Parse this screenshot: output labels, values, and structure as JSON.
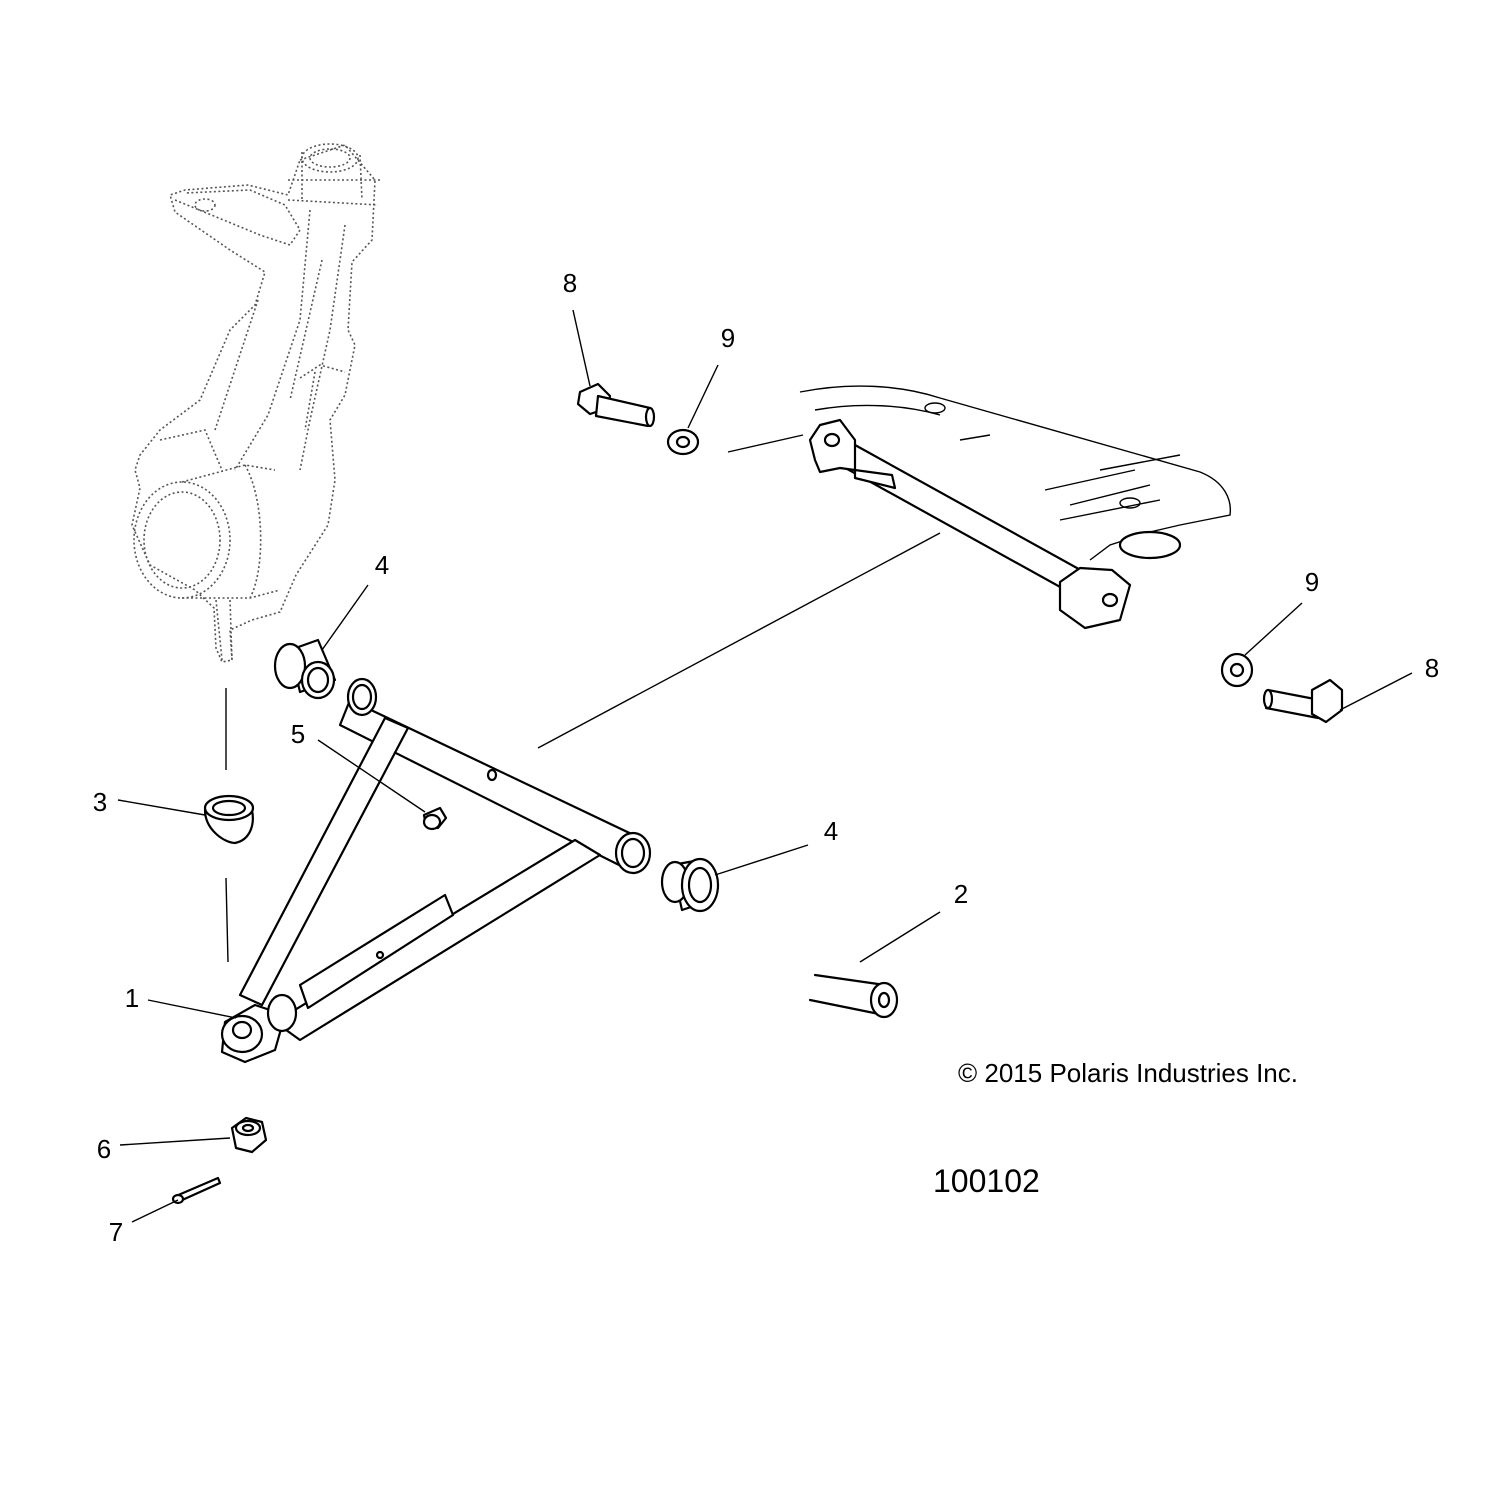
{
  "callouts": {
    "c1": "1",
    "c2": "2",
    "c3": "3",
    "c4a": "4",
    "c4b": "4",
    "c5": "5",
    "c6": "6",
    "c7": "7",
    "c8a": "8",
    "c8b": "8",
    "c9a": "9",
    "c9b": "9"
  },
  "copyright": "© 2015 Polaris Industries Inc.",
  "figure_id": "100102",
  "colors": {
    "line": "#000000",
    "background": "#ffffff"
  }
}
